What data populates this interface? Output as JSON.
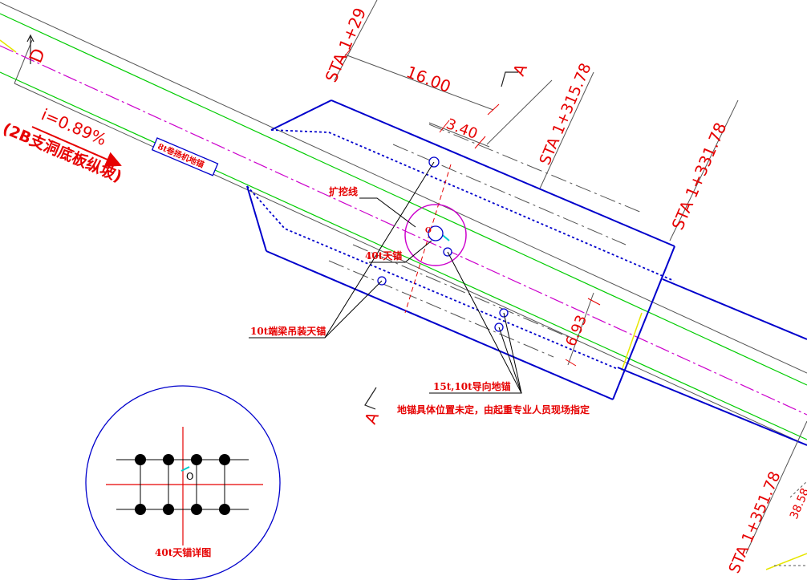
{
  "drawing": {
    "stations": {
      "sta_1029": "STA 1+29",
      "sta_1315": "STA 1+315.78",
      "sta_1331": "STA 1+331.78",
      "sta_1351": "STA 1+351.78"
    },
    "dimensions": {
      "d_16": "16.00",
      "d_340": "3.40",
      "d_693": "6.93",
      "d_3858": "38.58"
    },
    "section_marks": {
      "a_top": "A",
      "a_bottom": "A",
      "d_mark": "D"
    },
    "slope": {
      "grade": "i=0.89%",
      "note": "(2B支洞底板纵坡)"
    },
    "labels": {
      "winch_anchor": "8t卷扬机地锚",
      "excavation_line": "扩挖线",
      "anchor_40t": "40t天锚",
      "beam_anchor_10t": "10t端梁吊装天锚",
      "guide_anchor": "15t,10t导向地锚",
      "anchor_note": "地锚具体位置未定，由起重专业人员现场指定",
      "detail_title": "40t天锚详图",
      "detail_center": "O",
      "center_mark": "O"
    },
    "colors": {
      "red": "#e60000",
      "blue": "#0000cc",
      "green": "#00cc00",
      "magenta": "#cc00cc",
      "gray": "#555555",
      "yellow": "#e6e600"
    }
  }
}
